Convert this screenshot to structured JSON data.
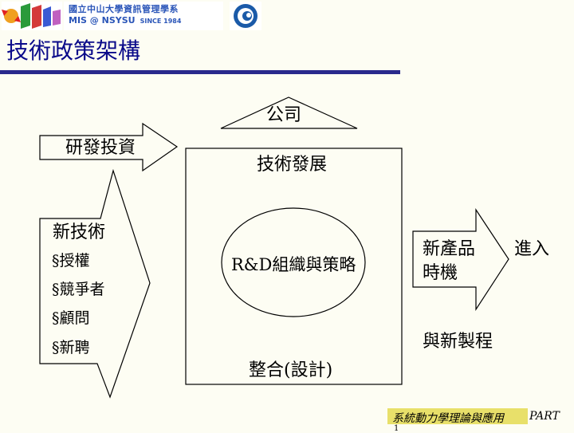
{
  "header": {
    "banner_line1": "國立中山大學資訊管理學系",
    "banner_line2": "MIS @ NSYSU",
    "banner_since": "SINCE 1984"
  },
  "title": "技術政策架構",
  "diagram": {
    "company": "公司",
    "rd_investment": "研發投資",
    "tech_development": "技術發展",
    "new_technology": "新技術",
    "bullets": [
      "§授權",
      "§競爭者",
      "§顧問",
      "§新聘"
    ],
    "rd_org_strategy": "R&D組織與策略",
    "new_product_timing_line1": "新產品",
    "new_product_timing_line2": "時機",
    "enter": "進入",
    "new_process": "與新製程",
    "integration": "整合(設計)"
  },
  "footer": {
    "course": "系統動力學理論與應用",
    "part": "PART",
    "page": "1"
  },
  "colors": {
    "title": "#0a0a8a",
    "rule": "#2a2a8c",
    "footer_highlight": "#e8e06a",
    "background": "#fdfdf3"
  }
}
